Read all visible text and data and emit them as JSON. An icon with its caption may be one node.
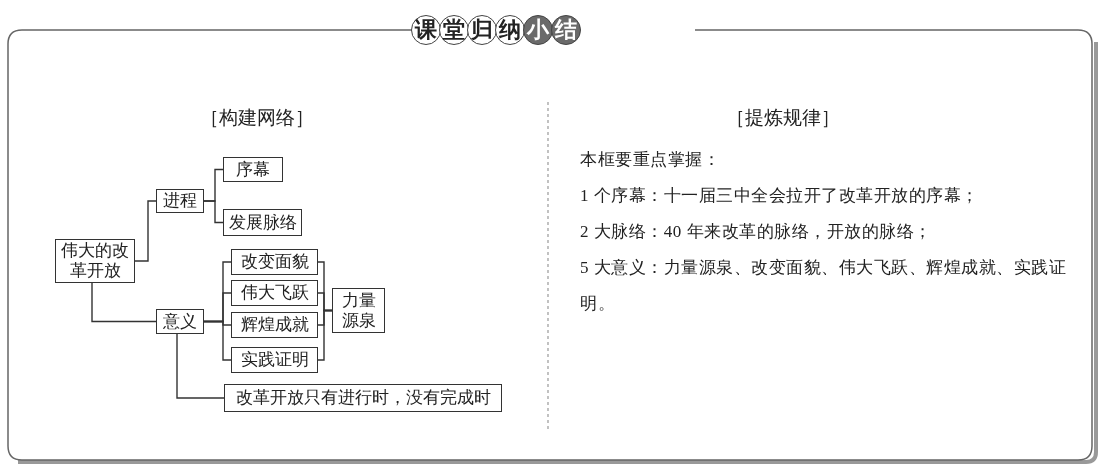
{
  "diagram": {
    "title": "课堂归纳小结",
    "nodes": [
      {
        "text": [
          "伟大的改革开放"
        ]
      },
      {
        "text": [
          "进程"
        ]
      },
      {
        "text": [
          "序幕"
        ]
      },
      {
        "text": [
          "发展脉络"
        ]
      },
      {
        "text": [
          "意义"
        ]
      },
      {
        "text": [
          "改变面貌"
        ]
      },
      {
        "text": [
          "伟大飞跃"
        ]
      },
      {
        "text": [
          "辉煌成就"
        ]
      },
      {
        "text": [
          "实践证明"
        ]
      },
      {
        "text": [
          "力量源泉"
        ]
      },
      {
        "text": [
          "改革开放只有进行时，没有完成时"
        ]
      }
    ],
    "edges": [
      {
        "from": 0,
        "to": 1,
        "arrow": "none"
      },
      {
        "from": 0,
        "to": 4,
        "arrow": "none"
      },
      {
        "from": 1,
        "to": 2,
        "arrow": "none"
      },
      {
        "from": 1,
        "to": 3,
        "arrow": "none"
      },
      {
        "from": 4,
        "to": 5,
        "arrow": "none"
      },
      {
        "from": 4,
        "to": 6,
        "arrow": "none"
      },
      {
        "from": 4,
        "to": 7,
        "arrow": "none"
      },
      {
        "from": 4,
        "to": 8,
        "arrow": "none"
      },
      {
        "from": 5,
        "to": 9,
        "arrow": "none"
      },
      {
        "from": 6,
        "to": 9,
        "arrow": "none"
      },
      {
        "from": 7,
        "to": 9,
        "arrow": "none"
      },
      {
        "from": 8,
        "to": 9,
        "arrow": "none"
      },
      {
        "from": 4,
        "to": 10,
        "arrow": "none"
      }
    ],
    "labels": [
      "［构建网络］",
      "［提炼规律］",
      "本框要重点掌握：",
      "1 个序幕：十一届三中全会拉开了改革开放的序幕；",
      "2 大脉络：40 年来改革的脉络，开放的脉络；",
      "5 大意义：力量源泉、改变面貌、伟大飞跃、辉煌成就、实践证明。"
    ]
  }
}
